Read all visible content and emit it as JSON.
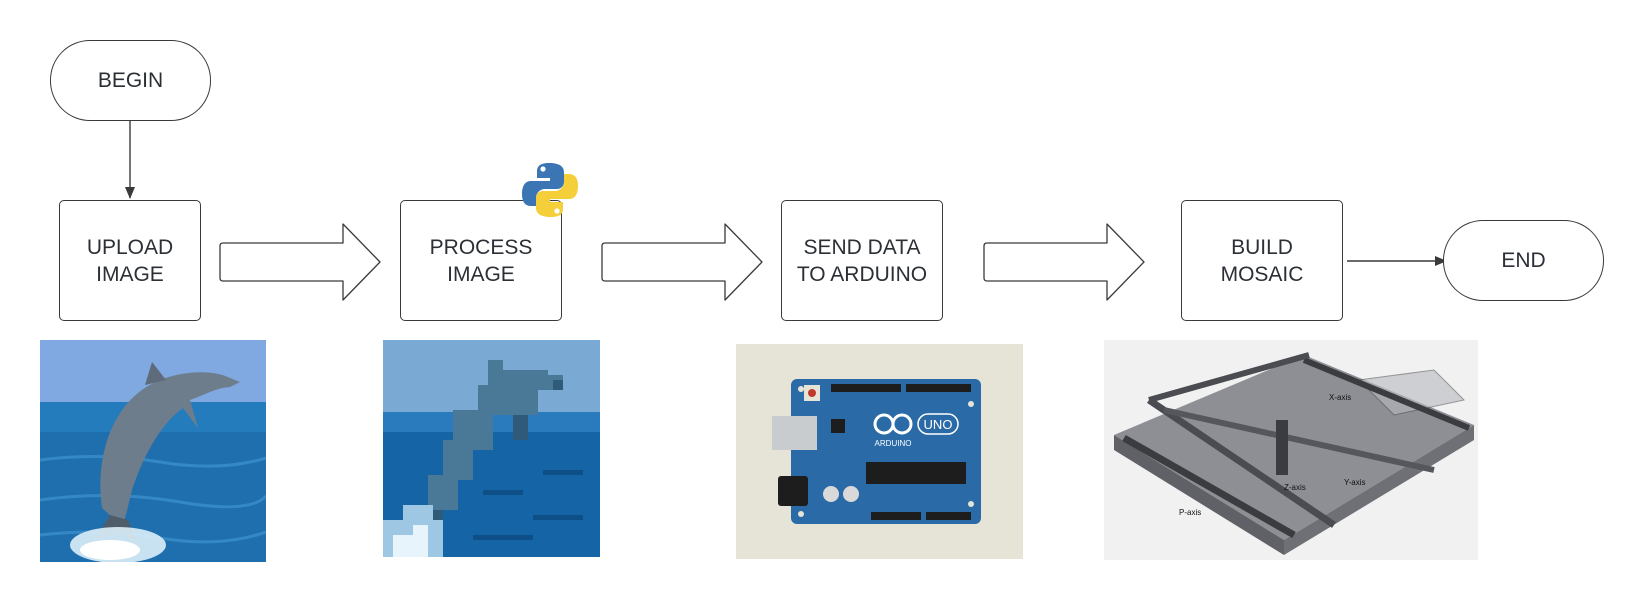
{
  "flowchart": {
    "begin": "BEGIN",
    "upload": "UPLOAD\nIMAGE",
    "process": "PROCESS\nIMAGE",
    "send": "SEND DATA\nTO ARDUINO",
    "build": "BUILD\nMOSAIC",
    "end": "END"
  },
  "arduino_board": {
    "logo_text": "UNO",
    "brand_text": "ARDUINO"
  },
  "machine_axes": {
    "x_label": "X-axis",
    "y_label": "Y-axis",
    "z_label": "Z-axis",
    "p_label": "P-axis"
  },
  "icons": [
    "python-logo-icon"
  ],
  "colors": {
    "stroke": "#3a3a3a",
    "text": "#2b2f36",
    "sky": "#7fa9e0",
    "sea": "#1f6fae",
    "board": "#2a6aa6",
    "python_blue": "#3b75b3",
    "python_yellow": "#f5cf3a"
  }
}
